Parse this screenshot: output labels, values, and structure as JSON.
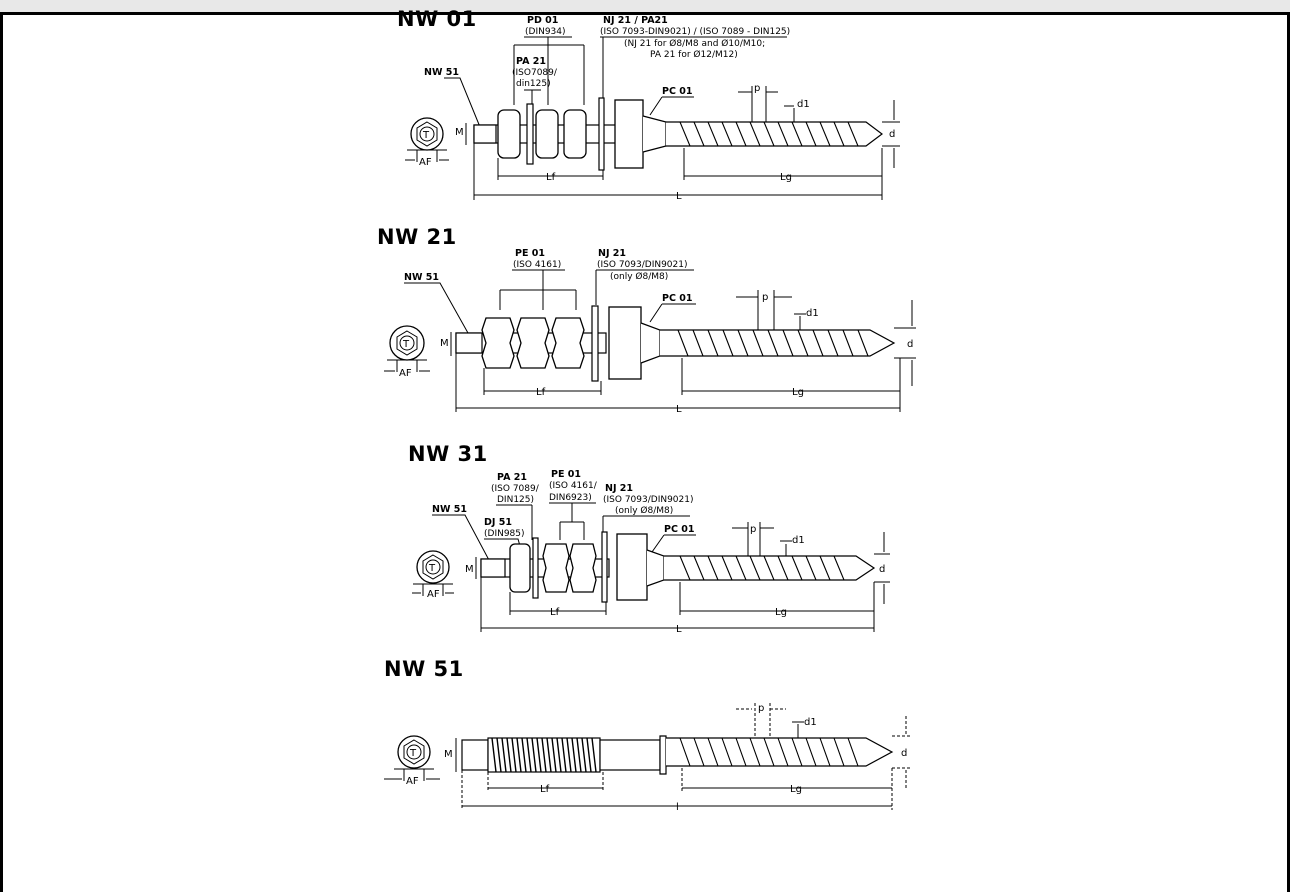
{
  "diagrams": [
    {
      "title": "NW 01",
      "labels": {
        "nw51": "NW 51",
        "pd01": "PD 01",
        "pd01_std": "(DIN934)",
        "pa21": "PA 21",
        "pa21_std1": "(ISO7089/",
        "pa21_std2": "din125)",
        "nj21pa21": "NJ 21 / PA21",
        "nj21pa21_std": "(ISO 7093-DIN9021) / (ISO 7089 - DIN125)",
        "nj21pa21_note1": "(NJ 21 for Ø8/M8 and Ø10/M10;",
        "nj21pa21_note2": "PA 21 for Ø12/M12)",
        "pc01": "PC 01"
      }
    },
    {
      "title": "NW 21",
      "labels": {
        "nw51": "NW 51",
        "pe01": "PE 01",
        "pe01_std": "(ISO 4161)",
        "nj21": "NJ 21",
        "nj21_std": "(ISO 7093/DIN9021)",
        "nj21_note": "(only Ø8/M8)",
        "pc01": "PC 01"
      }
    },
    {
      "title": "NW 31",
      "labels": {
        "nw51": "NW 51",
        "dj51": "DJ 51",
        "dj51_std": "(DIN985)",
        "pa21": "PA 21",
        "pa21_std1": "(ISO 7089/",
        "pa21_std2": "DIN125)",
        "pe01": "PE 01",
        "pe01_std1": "(ISO 4161/",
        "pe01_std2": "DIN6923)",
        "nj21": "NJ 21",
        "nj21_std": "(ISO 7093/DIN9021)",
        "nj21_note": "(only Ø8/M8)",
        "pc01": "PC 01"
      }
    },
    {
      "title": "NW 51",
      "labels": {}
    }
  ],
  "dims": {
    "M": "M",
    "AF": "AF",
    "T": "T",
    "Lf": "Lf",
    "Lg": "Lg",
    "L": "L",
    "l": "l",
    "p": "p",
    "d": "d",
    "d1": "d1"
  },
  "colors": {
    "line": "#000000",
    "topbar": "#e8e8e8"
  }
}
